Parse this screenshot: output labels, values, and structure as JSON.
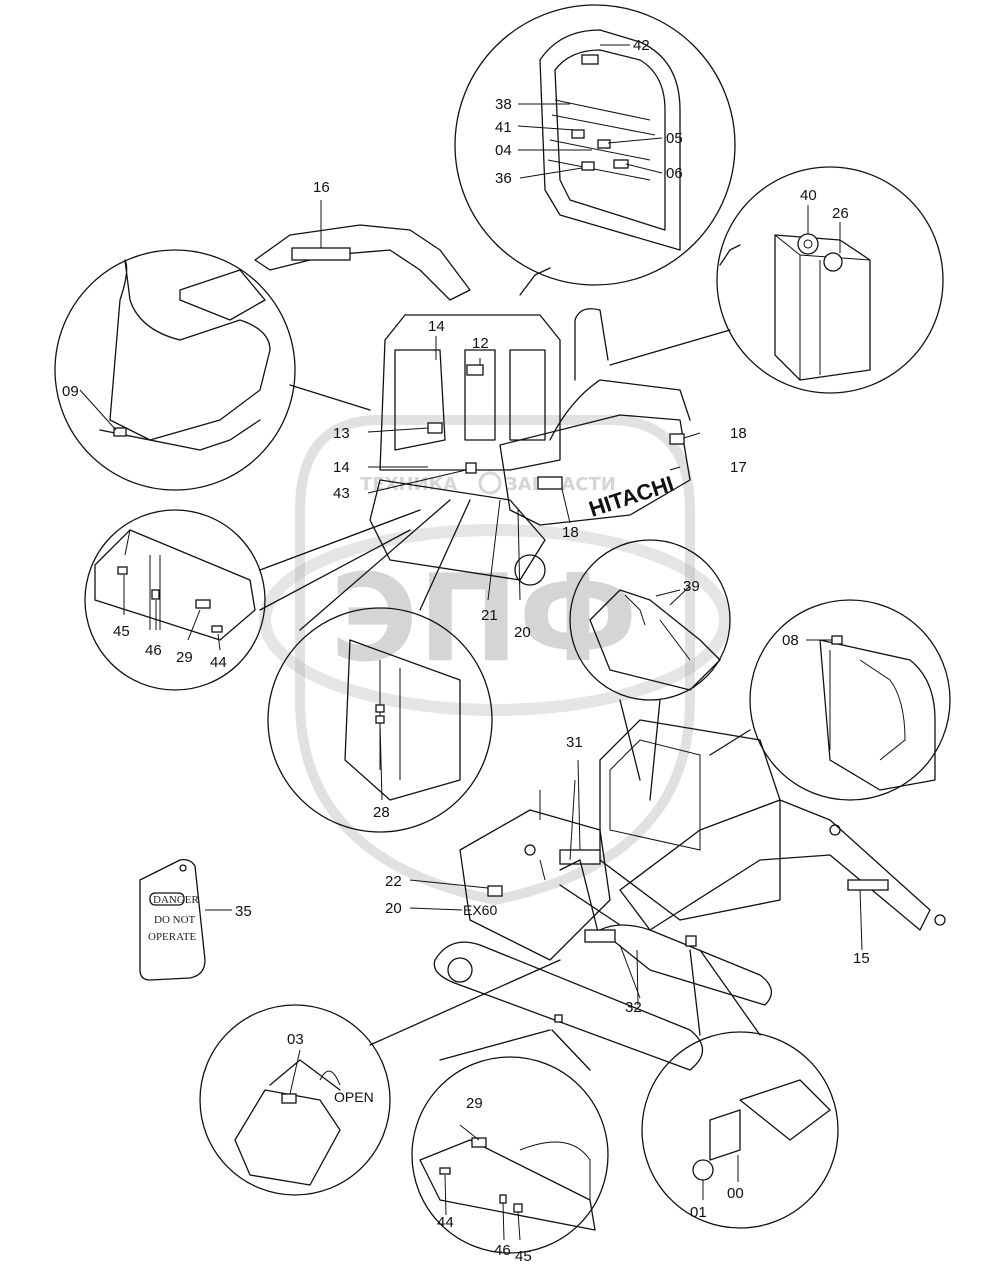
{
  "brand": "HITACHI",
  "model_marking": "EX60",
  "watermark": {
    "left": "ТЕХНИКА",
    "right": "ЗАПЧАСТИ",
    "logo": "ЭПФ"
  },
  "tag_text": {
    "line1": "DANGER",
    "line2": "DO NOT",
    "line3": "OPERATE"
  },
  "open_label": "OPEN",
  "labels": {
    "n42": "42",
    "n38": "38",
    "n41": "41",
    "n05": "05",
    "n04": "04",
    "n06": "06",
    "n36": "36",
    "n16": "16",
    "n40": "40",
    "n26": "26",
    "n14a": "14",
    "n12": "12",
    "n09": "09",
    "n13": "13",
    "n18a": "18",
    "n14b": "14",
    "n17": "17",
    "n43": "43",
    "n18b": "18",
    "n21": "21",
    "n20a": "20",
    "n39": "39",
    "n45a": "45",
    "n46a": "46",
    "n29a": "29",
    "n44a": "44",
    "n08": "08",
    "n31": "31",
    "n28": "28",
    "n22": "22",
    "n20b": "20",
    "n35": "35",
    "n15": "15",
    "n32": "32",
    "n03": "03",
    "n29b": "29",
    "n44b": "44",
    "n46b": "46",
    "n45b": "45",
    "n01": "01",
    "n00": "00"
  }
}
